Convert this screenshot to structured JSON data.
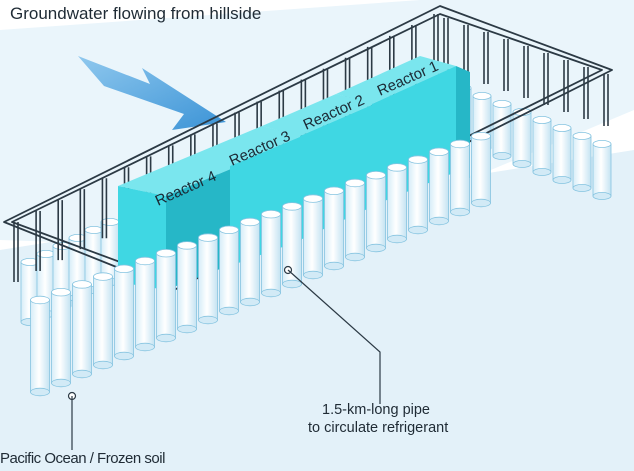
{
  "diagram": {
    "title": "Groundwater flowing from hillside",
    "reactors": [
      "Reactor 4",
      "Reactor 3",
      "Reactor 2",
      "Reactor 1"
    ],
    "pipe_label_line1": "1.5-km-long pipe",
    "pipe_label_line2": "to circulate refrigerant",
    "bottom_label": "Pacific Ocean / Frozen soil",
    "colors": {
      "ground": "#e6f3fa",
      "ground_edge": "#c7e3f1",
      "arrow": "#4a9fdc",
      "reactor_front": "#3fd7e3",
      "reactor_side": "#26b7c7",
      "reactor_top": "#7ae6ee",
      "pipe": "#2c3a45",
      "cylinder": "#e9f6fc",
      "cylinder_edge": "#86c4e0"
    }
  }
}
